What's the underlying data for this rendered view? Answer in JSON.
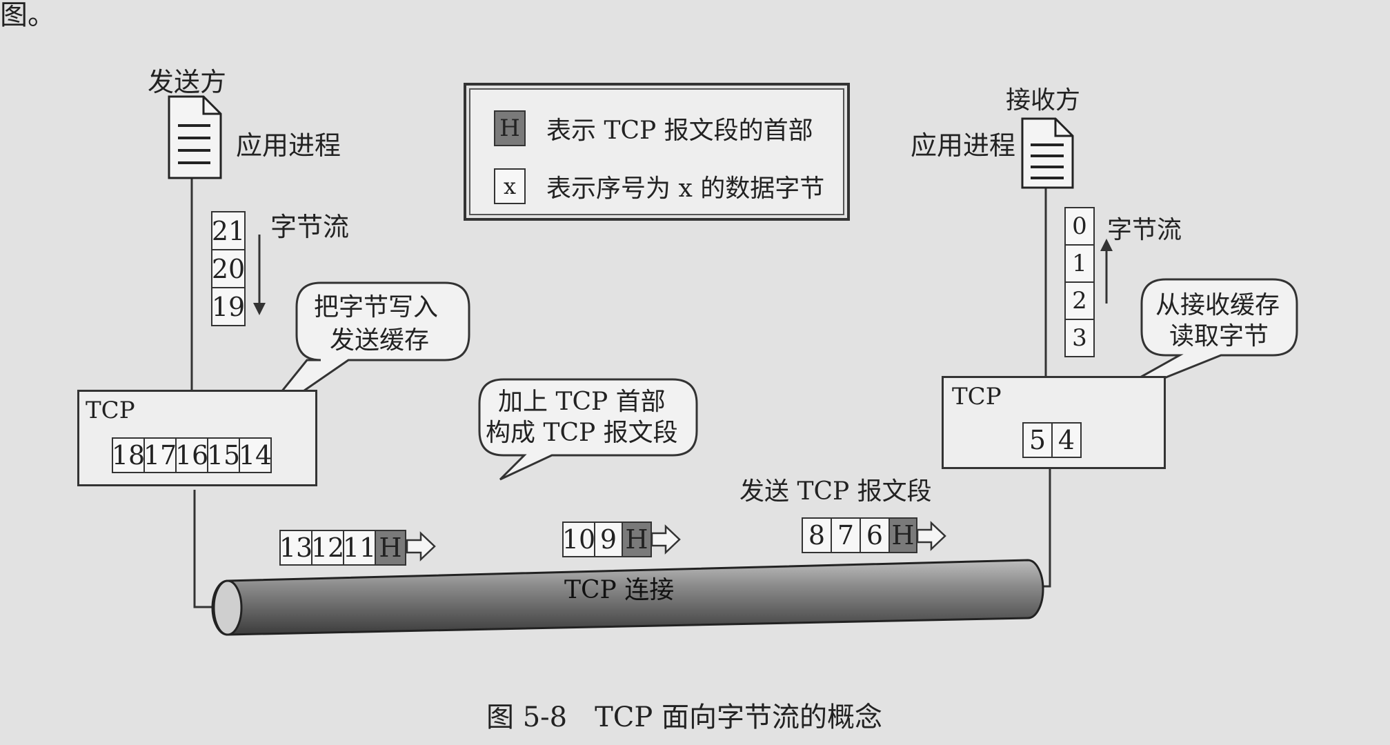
{
  "page_top_text": "图。",
  "sender": {
    "label": "发送方",
    "app_process": "应用进程",
    "byte_stream_label": "字节流",
    "stream_bytes": [
      "21",
      "20",
      "19"
    ],
    "tcp_label": "TCP",
    "buffer_bytes": [
      "18",
      "17",
      "16",
      "15",
      "14"
    ],
    "callout": [
      "把字节写入",
      "发送缓存"
    ]
  },
  "receiver": {
    "label": "接收方",
    "app_process": "应用进程",
    "byte_stream_label": "字节流",
    "stream_bytes": [
      "0",
      "1",
      "2",
      "3"
    ],
    "tcp_label": "TCP",
    "buffer_bytes": [
      "5",
      "4"
    ],
    "callout": [
      "从接收缓存",
      "读取字节"
    ]
  },
  "legend": {
    "header_symbol": "H",
    "header_text": "表示 TCP 报文段的首部",
    "byte_symbol": "x",
    "byte_text": "表示序号为 x 的数据字节"
  },
  "middle_callout": [
    "加上 TCP 首部",
    "构成 TCP 报文段"
  ],
  "send_segment_label": "发送 TCP 报文段",
  "segments": [
    {
      "bytes": [
        "13",
        "12",
        "11"
      ],
      "header": "H"
    },
    {
      "bytes": [
        "10",
        "9"
      ],
      "header": "H"
    },
    {
      "bytes": [
        "8",
        "7",
        "6"
      ],
      "header": "H"
    }
  ],
  "connection_label": "TCP 连接",
  "caption": "图 5-8　TCP 面向字节流的概念"
}
